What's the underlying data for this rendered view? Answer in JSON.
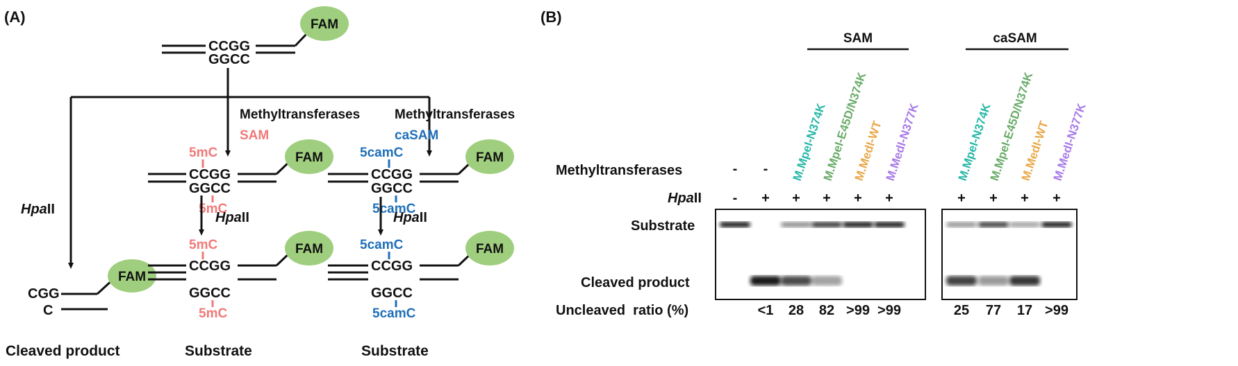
{
  "colors": {
    "black": "#111111",
    "sam": "#f07a78",
    "casam": "#1f6fb8",
    "fam_fill": "#9fcf7e",
    "teal": "#27b8a8",
    "green": "#6aac6a",
    "orange": "#eaa84a",
    "purple": "#a77be8"
  },
  "panel_a": {
    "label": "(A)",
    "fam": "FAM",
    "top_strand": "CCGG",
    "bottom_strand": "GGCC",
    "left_branch": {
      "enzyme_italic": "Hpa",
      "enzyme_rest": "II",
      "top": "CGG",
      "bottom": "C",
      "caption": "Cleaved product"
    },
    "middle_branch": {
      "enzyme": "Methyltransferases",
      "cofactor": "SAM",
      "mod": "5mC",
      "hpa_italic": "Hpa",
      "hpa_rest": "II",
      "caption": "Substrate"
    },
    "right_branch": {
      "enzyme": "Methyltransferases",
      "cofactor": "caSAM",
      "mod": "5camC",
      "hpa_italic": "Hpa",
      "hpa_rest": "II",
      "caption": "Substrate"
    }
  },
  "panel_b": {
    "label": "(B)",
    "group_sam": "SAM",
    "group_casam": "caSAM",
    "row_methyltransferases": "Methyltransferases",
    "row_hpa_italic": "Hpa",
    "row_hpa_rest": "II",
    "row_substrate": "Substrate",
    "row_cleaved": "Cleaved product",
    "row_ratio": "Uncleaved  ratio (%)",
    "lanes": [
      {
        "enzyme": "-",
        "hpa": "-",
        "ratio": ""
      },
      {
        "enzyme": "-",
        "hpa": "+",
        "ratio": "<1"
      },
      {
        "enzyme": "M.MpeI-N374K",
        "hpa": "+",
        "ratio": "28",
        "color": "teal"
      },
      {
        "enzyme": "M.MpeI-E45D/N374K",
        "hpa": "+",
        "ratio": "82",
        "color": "green"
      },
      {
        "enzyme": "M.MedI-WT",
        "hpa": "+",
        "ratio": ">99",
        "color": "orange"
      },
      {
        "enzyme": "M.MedI-N377K",
        "hpa": "+",
        "ratio": ">99",
        "color": "purple"
      },
      {
        "enzyme": "M.MpeI-N374K",
        "hpa": "+",
        "ratio": "25",
        "color": "teal"
      },
      {
        "enzyme": "M.MpeI-E45D/N374K",
        "hpa": "+",
        "ratio": "77",
        "color": "green"
      },
      {
        "enzyme": "M.MedI-WT",
        "hpa": "+",
        "ratio": "17",
        "color": "orange"
      },
      {
        "enzyme": "M.MedI-N377K",
        "hpa": "+",
        "ratio": ">99",
        "color": "purple"
      }
    ]
  }
}
